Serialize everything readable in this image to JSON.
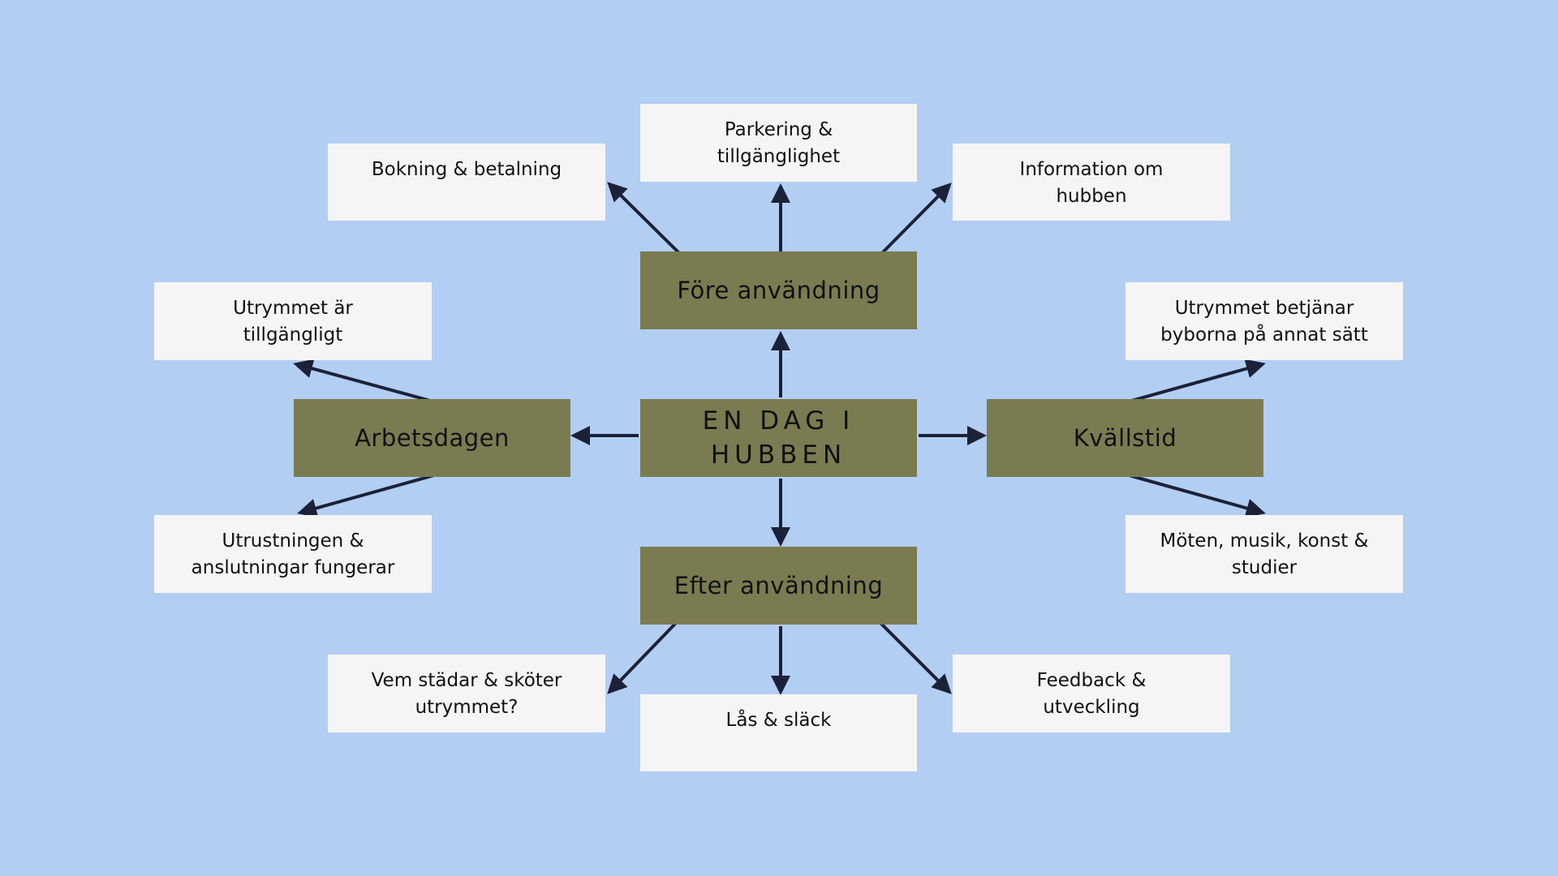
{
  "center": {
    "label": "EN DAG I\nHUBBEN"
  },
  "hubs": {
    "before": "Före användning",
    "workday": "Arbetsdagen",
    "evening": "Kvällstid",
    "after": "Efter användning"
  },
  "leaves": {
    "booking": "Bokning & betalning",
    "parking": "Parkering &\ntillgänglighet",
    "info": "Information om\nhubben",
    "space_available": "Utrymmet är\ntillgängligt",
    "equipment": "Utrustningen &\nanslutningar fungerar",
    "serves_villagers": "Utrymmet betjänar\nbyborna på annat sätt",
    "meetings": "Möten, musik, konst &\nstudier",
    "cleaning": "Vem städar & sköter\nutrymmet?",
    "lock": "Lås & släck",
    "feedback": "Feedback &\nutveckling"
  },
  "colors": {
    "background": "#b3cef3",
    "hub_fill": "#7a7b51",
    "leaf_fill": "#f5f5f5",
    "arrow": "#1b2238",
    "text": "#111111"
  }
}
